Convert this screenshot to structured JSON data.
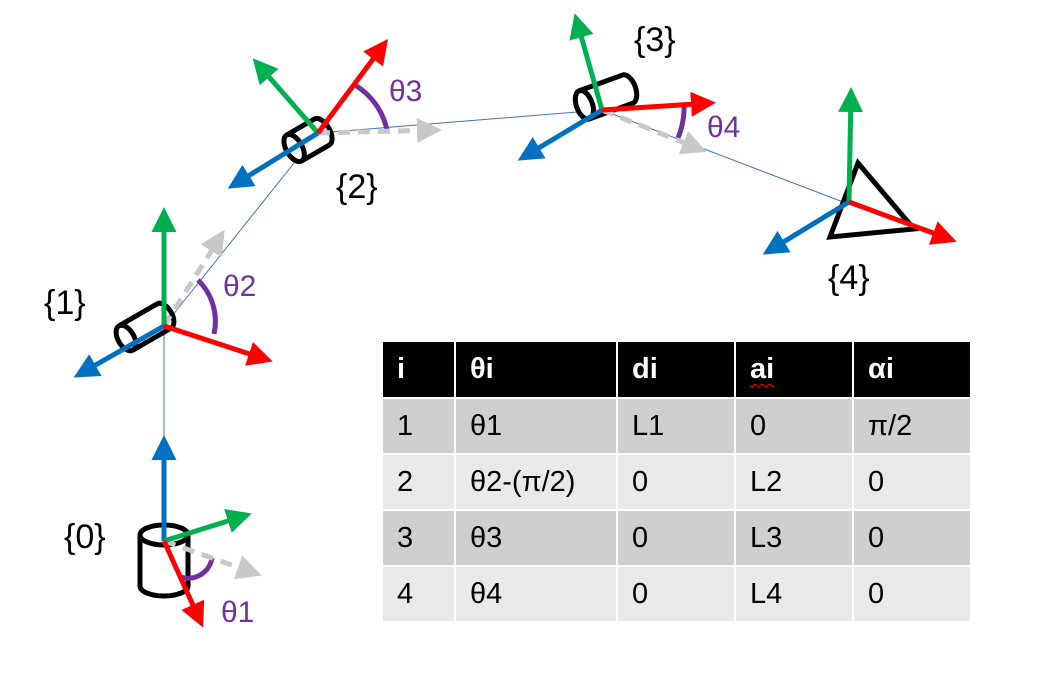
{
  "colors": {
    "x_axis": "#ff0000",
    "y_axis": "#00b050",
    "z_axis": "#0070c0",
    "projection": "#c8c8c8",
    "angle": "#7030a0",
    "link": "#4472c4",
    "joint": "#000000"
  },
  "frames": [
    {
      "label": "{0}",
      "icon": "cylinder-joint-vertical"
    },
    {
      "label": "{1}",
      "icon": "cylinder-joint"
    },
    {
      "label": "{2}",
      "icon": "cylinder-joint"
    },
    {
      "label": "{3}",
      "icon": "cylinder-joint"
    },
    {
      "label": "{4}",
      "icon": "triangle-end-effector"
    }
  ],
  "angles": [
    {
      "label": "θ1"
    },
    {
      "label": "θ2"
    },
    {
      "label": "θ3"
    },
    {
      "label": "θ4"
    }
  ],
  "dh_table": {
    "headers": [
      "i",
      "θi",
      "di",
      "ai",
      "αi"
    ],
    "rows": [
      [
        "1",
        "θ1",
        "L1",
        "0",
        "π/2"
      ],
      [
        "2",
        "θ2-(π/2)",
        "0",
        "L2",
        "0"
      ],
      [
        "3",
        "θ3",
        "0",
        "L3",
        "0"
      ],
      [
        "4",
        "θ4",
        "0",
        "L4",
        "0"
      ]
    ]
  }
}
